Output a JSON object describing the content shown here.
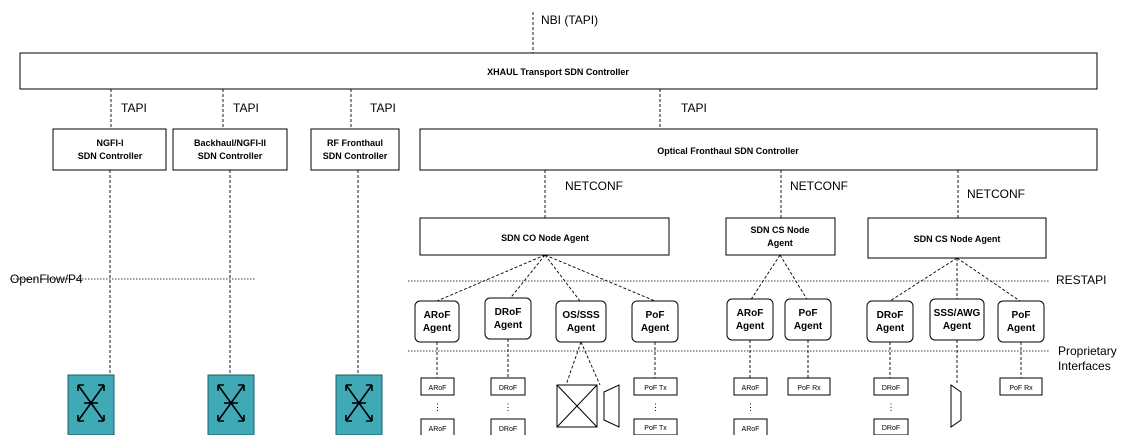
{
  "top": {
    "nbi_label": "NBI (TAPI)",
    "xhaul_controller": "XHAUL Transport SDN Controller"
  },
  "tapi_label": "TAPI",
  "controllers": {
    "ngfi1": [
      "NGFI-I",
      "SDN Controller"
    ],
    "backhaul": [
      "Backhaul/NGFI-II",
      "SDN Controller"
    ],
    "rf": [
      "RF Fronthaul",
      "SDN Controller"
    ],
    "optical": "Optical Fronthaul SDN Controller"
  },
  "netconf_label": "NETCONF",
  "node_agents": {
    "co": "SDN CO Node Agent",
    "cs_mid": [
      "SDN CS Node",
      "Agent"
    ],
    "cs_right": "SDN CS Node Agent"
  },
  "planes": {
    "openflow": "OpenFlow/P4",
    "restapi": "RESTAPI",
    "proprietary": [
      "Proprietary",
      "Interfaces"
    ]
  },
  "agents": {
    "arof": [
      "ARoF",
      "Agent"
    ],
    "drof": [
      "DRoF",
      "Agent"
    ],
    "os_sss": [
      "OS/SSS",
      "Agent"
    ],
    "pof": [
      "PoF",
      "Agent"
    ],
    "sss_awg": [
      "SSS/AWG",
      "Agent"
    ]
  },
  "devices": {
    "arof": "ARoF",
    "drof": "DRoF",
    "pof_tx": "PoF Tx",
    "pof_rx": "PoF Rx",
    "ellipsis": "⋮"
  },
  "colors": {
    "switch_fill": "#3fa9b5",
    "stroke": "#000000"
  },
  "icons": [
    "switch-icon",
    "optical-switch-icon",
    "awg-mux-icon"
  ]
}
